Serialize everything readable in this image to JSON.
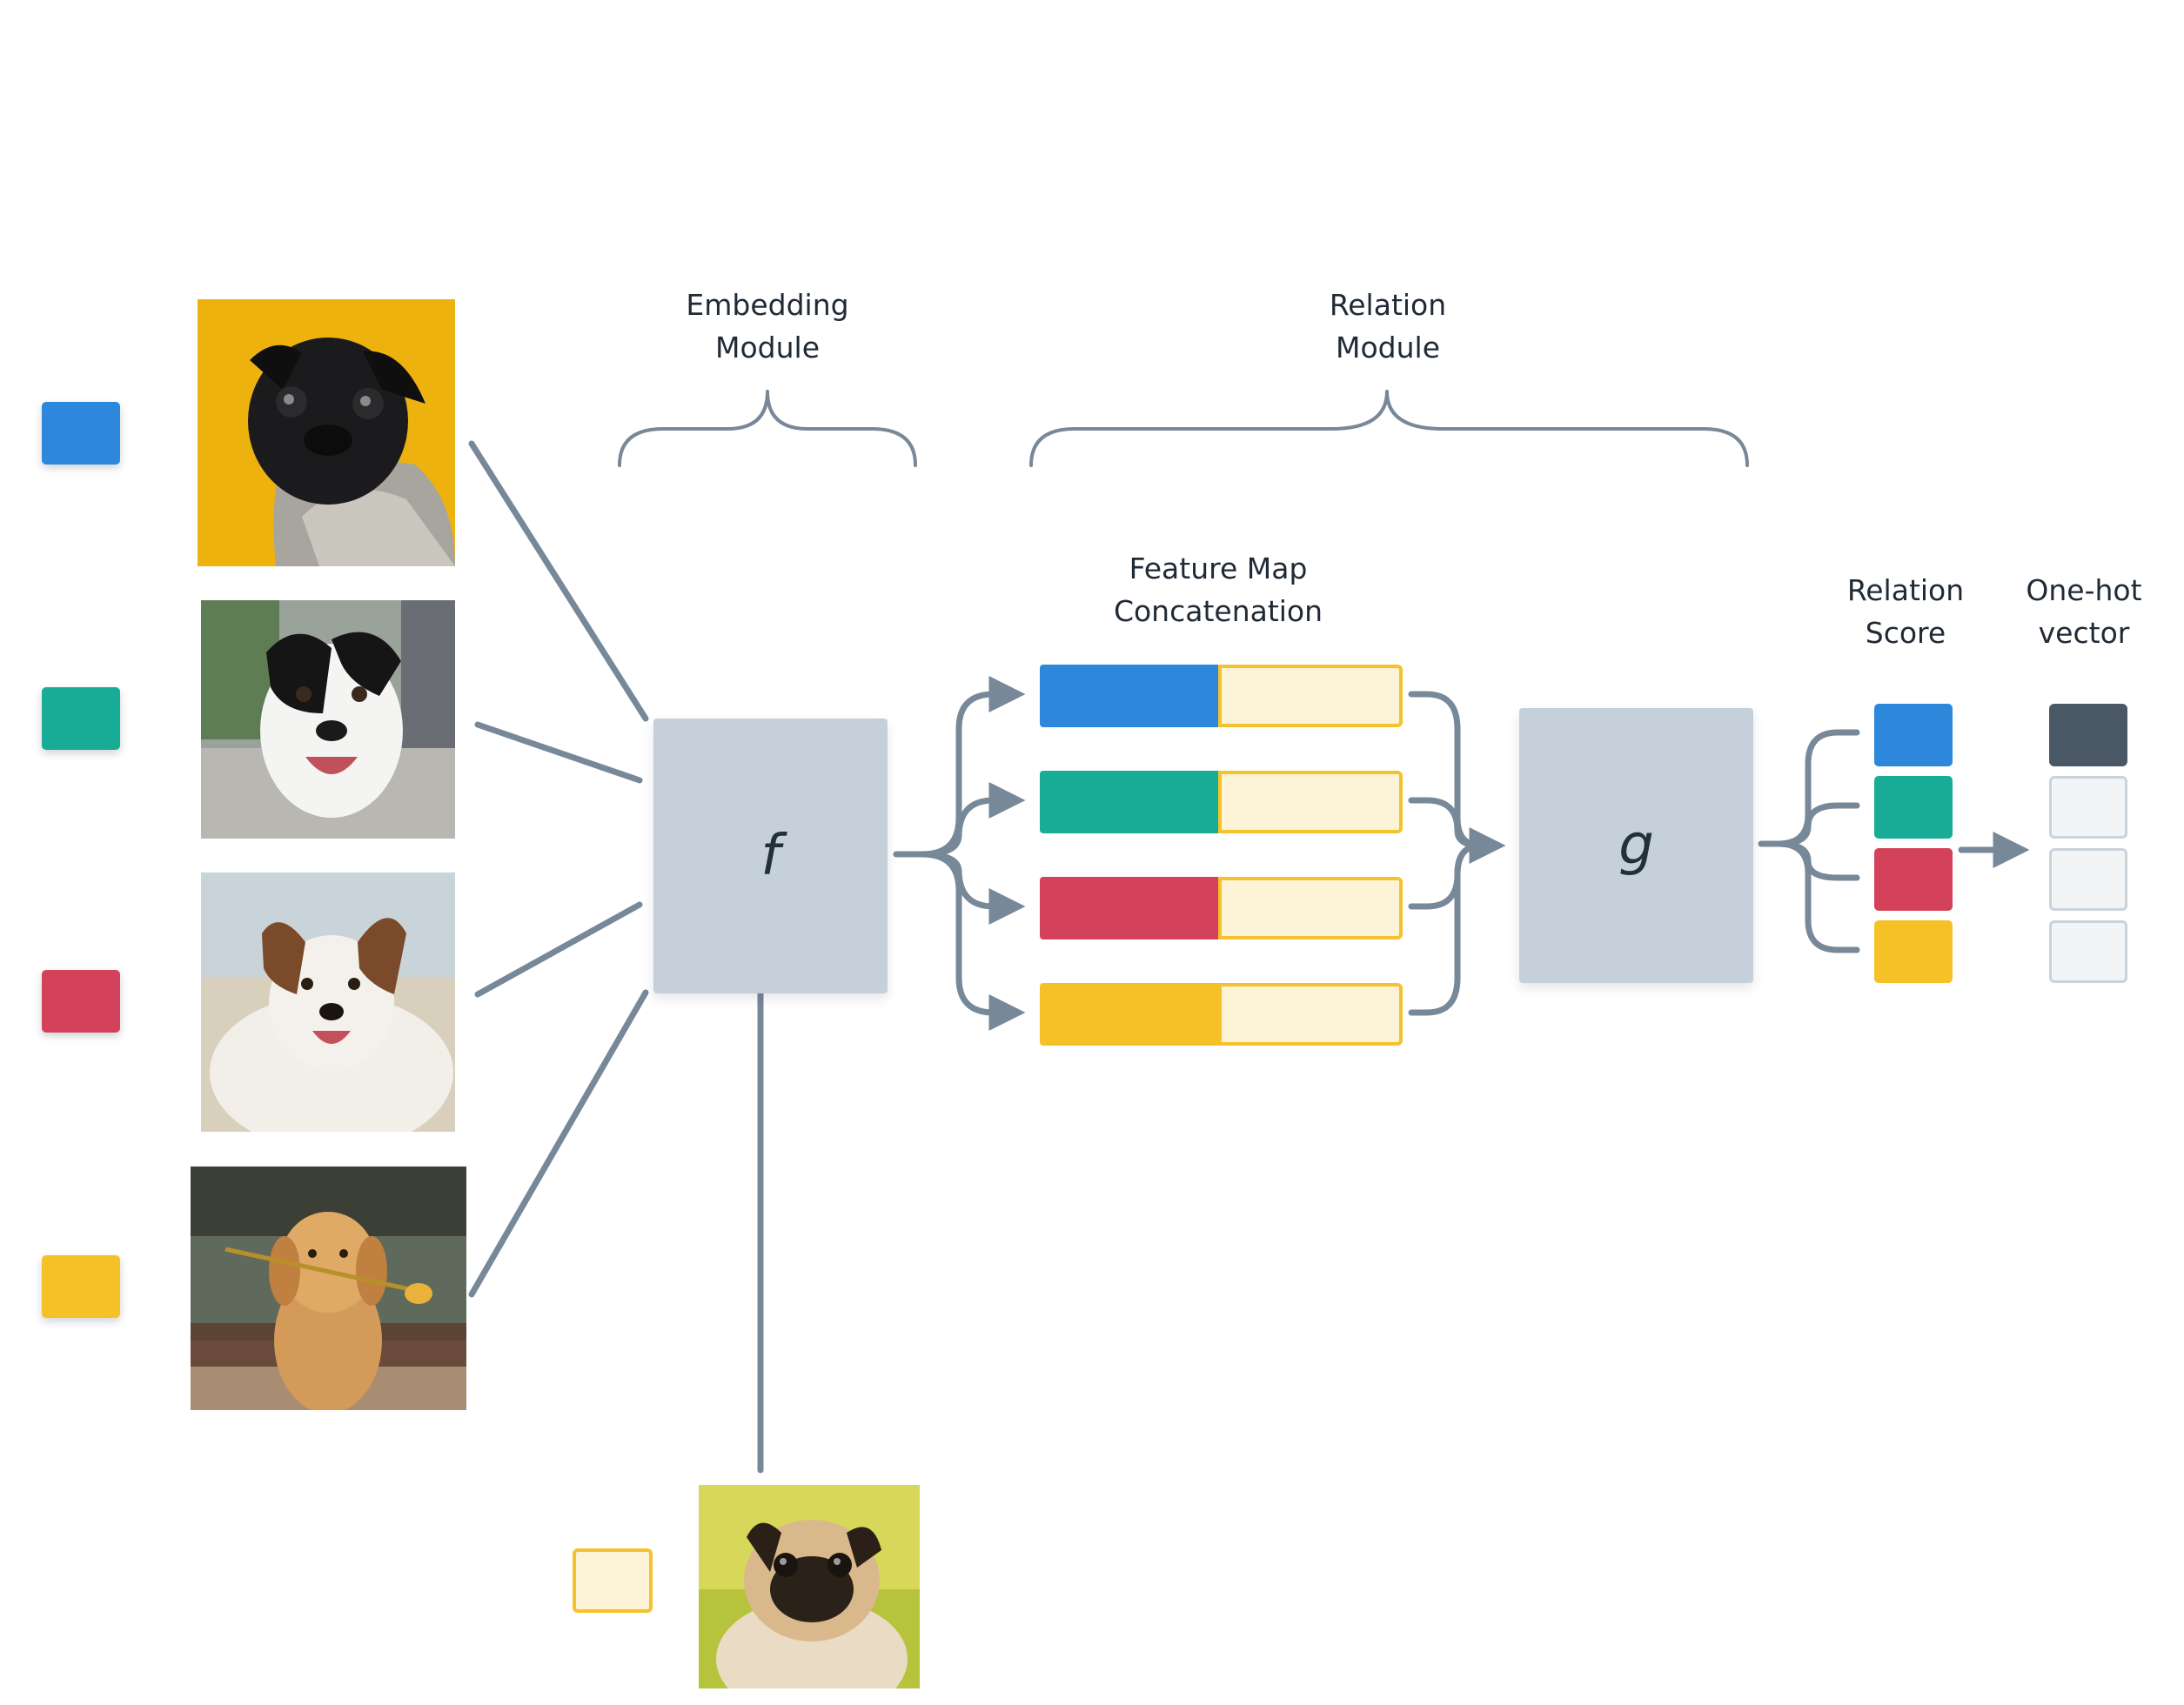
{
  "labels": {
    "embedding": [
      "Embedding",
      "Module"
    ],
    "relation_module": [
      "Relation",
      "Module"
    ],
    "feature_map": [
      "Feature Map",
      "Concatenation"
    ],
    "relation_score": [
      "Relation",
      "Score"
    ],
    "one_hot": [
      "One-hot",
      "vector"
    ]
  },
  "modules": {
    "f_symbol": "f",
    "g_symbol": "g"
  },
  "colors": {
    "blue": "#2d88dc",
    "teal": "#18ac97",
    "red": "#d4415a",
    "yellow": "#f6c127",
    "query_fill": "#fdf3d6",
    "query_border": "#f5c12c",
    "module_box": "#c5d0da",
    "connector": "#778899",
    "onehot_on": "#4a5866",
    "onehot_off": "#f2f4f6"
  },
  "support_images": [
    {
      "class_color": "blue",
      "icon": "black-pug-yellow-background-photo"
    },
    {
      "class_color": "teal",
      "icon": "black-white-dog-photo"
    },
    {
      "class_color": "red",
      "icon": "border-collie-photo"
    },
    {
      "class_color": "yellow",
      "icon": "golden-retriever-with-flower-photo"
    }
  ],
  "query_image": {
    "class_color": "query",
    "icon": "fawn-pug-photo"
  },
  "feature_map_rows": [
    "blue",
    "teal",
    "red",
    "yellow"
  ],
  "relation_scores": [
    "blue",
    "teal",
    "red",
    "yellow"
  ],
  "one_hot_vector": [
    1,
    0,
    0,
    0
  ]
}
